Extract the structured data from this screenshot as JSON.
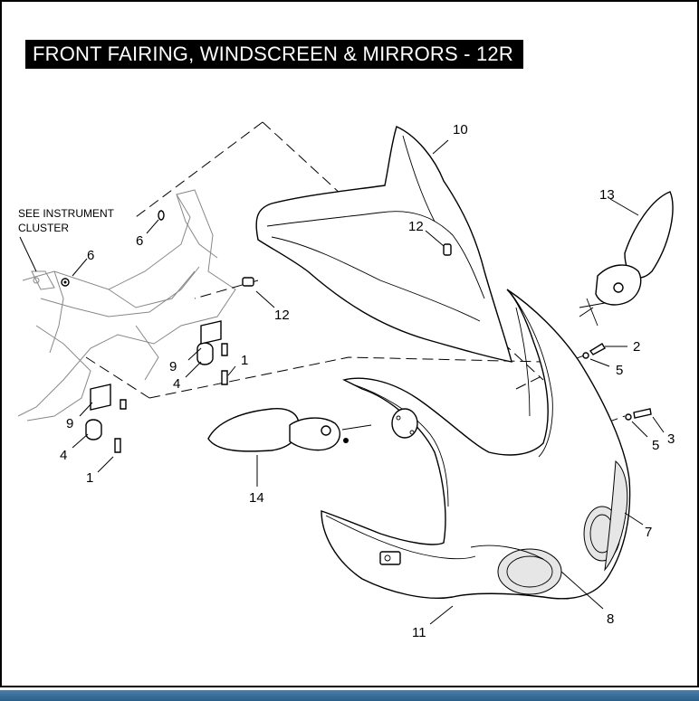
{
  "title": "FRONT FAIRING, WINDSCREEN & MIRRORS - 12R",
  "note": {
    "line1": "SEE INSTRUMENT",
    "line2": "CLUSTER"
  },
  "callouts": {
    "c1a": "1",
    "c1b": "1",
    "c2": "2",
    "c3": "3",
    "c4a": "4",
    "c4b": "4",
    "c5a": "5",
    "c5b": "5",
    "c6a": "6",
    "c6b": "6",
    "c7": "7",
    "c8": "8",
    "c9a": "9",
    "c9b": "9",
    "c10": "10",
    "c11": "11",
    "c12a": "12",
    "c12b": "12",
    "c13": "13",
    "c14": "14"
  }
}
